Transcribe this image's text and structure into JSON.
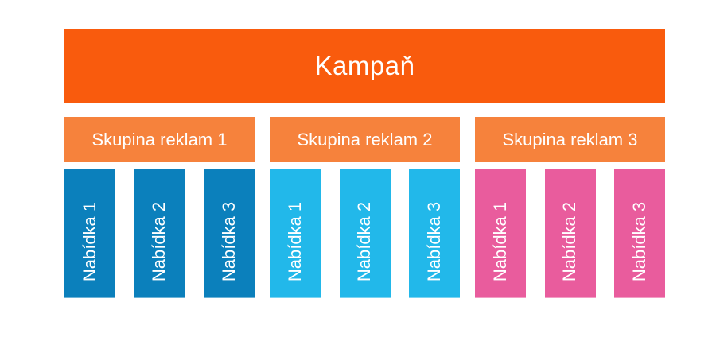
{
  "diagram_title": "Kampaň",
  "colors": {
    "background": "#FFFFFF",
    "campaign_fill": "#F95B0D",
    "adgroup_fill": "#F6823C",
    "text": "#FFFFFF"
  },
  "campaign": {
    "label": "Kampaň"
  },
  "ad_groups": [
    {
      "label": "Skupina reklam 1",
      "offer_fill": "#0B80BC",
      "offers": [
        "Nabídka 1",
        "Nabídka 2",
        "Nabídka 3"
      ]
    },
    {
      "label": "Skupina reklam 2",
      "offer_fill": "#22B8EA",
      "offers": [
        "Nabídka 1",
        "Nabídka 2",
        "Nabídka 3"
      ]
    },
    {
      "label": "Skupina reklam 3",
      "offer_fill": "#E95C9D",
      "offers": [
        "Nabídka 1",
        "Nabídka 2",
        "Nabídka 3"
      ]
    }
  ]
}
